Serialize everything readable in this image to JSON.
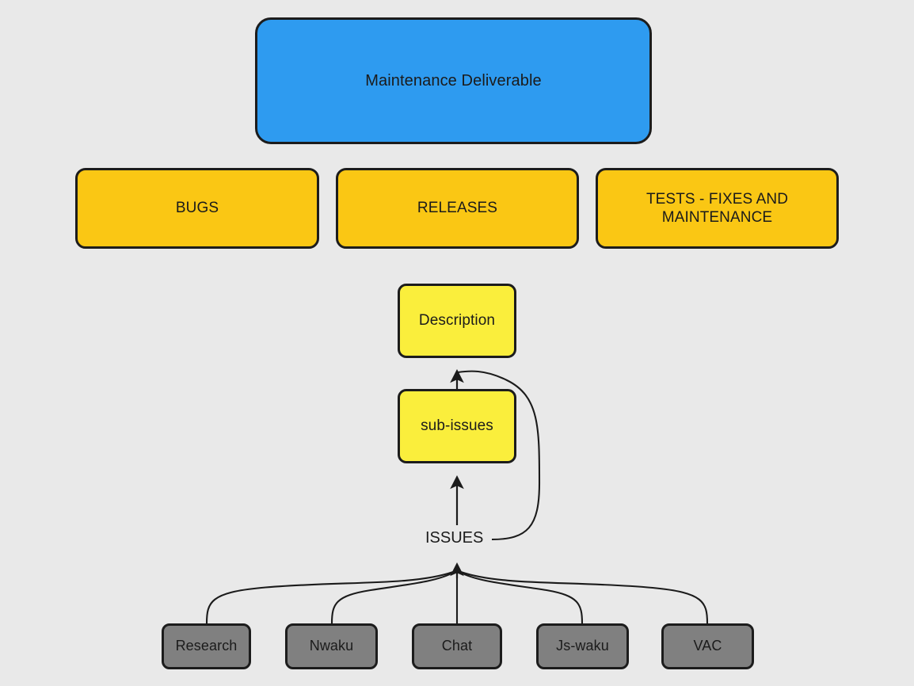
{
  "diagram": {
    "type": "flowchart",
    "title": "Maintenance Deliverable breakdown",
    "background_color": "#e9e9e9",
    "colors": {
      "deliverable": "#2e9bf0",
      "phase": "#fac714",
      "document": "#faee3c",
      "source": "#808080",
      "stroke": "#1c1c1c",
      "text": "#1b1b1b"
    },
    "deliverable": {
      "label": "Maintenance Deliverable"
    },
    "phases": [
      {
        "id": "bugs",
        "label": "BUGS"
      },
      {
        "id": "releases",
        "label": "RELEASES"
      },
      {
        "id": "tests",
        "label": "TESTS - FIXES AND MAINTENANCE"
      }
    ],
    "documents": [
      {
        "id": "description",
        "label": "Description"
      },
      {
        "id": "sub-issues",
        "label": "sub-issues"
      }
    ],
    "edge_labels": [
      {
        "id": "issues",
        "label": "ISSUES"
      }
    ],
    "sources": [
      {
        "id": "research",
        "label": "Research"
      },
      {
        "id": "nwaku",
        "label": "Nwaku"
      },
      {
        "id": "chat",
        "label": "Chat"
      },
      {
        "id": "js-waku",
        "label": "Js-waku"
      },
      {
        "id": "vac",
        "label": "VAC"
      }
    ]
  }
}
